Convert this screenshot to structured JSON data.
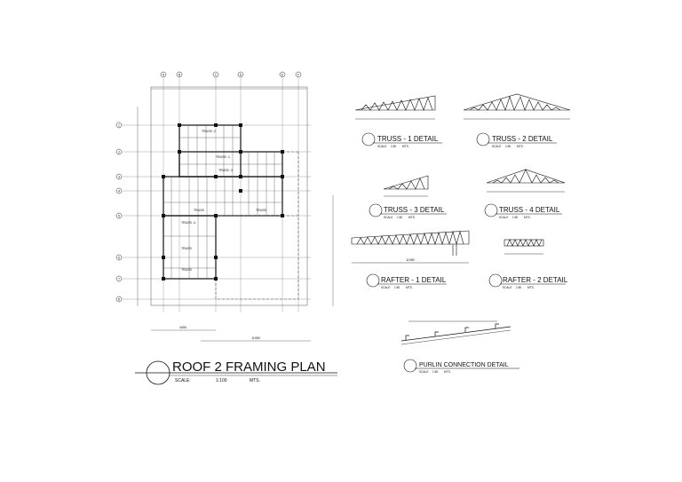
{
  "plan": {
    "title": "ROOF 2 FRAMING PLAN",
    "scale_label": "SCALE:",
    "scale_value": "1:100",
    "units": "MTS.",
    "grid_columns": [
      "A",
      "B",
      "C",
      "D",
      "E",
      "F"
    ],
    "grid_rows": [
      "1",
      "2",
      "3",
      "4",
      "5",
      "6",
      "7",
      "8"
    ],
    "truss_labels": [
      "TRUSS -2",
      "TRUSS -1",
      "TRUSS -3",
      "TRUSS",
      "TRUSS",
      "TRUSS -4",
      "TRUSS",
      "TRUSS"
    ],
    "dims": {
      "d1": "4450",
      "d2": "11950"
    }
  },
  "details": [
    {
      "title": "TRUSS - 1 DETAIL",
      "scale_label": "SCALE",
      "scale_value": "1:50",
      "units": "MTS."
    },
    {
      "title": "TRUSS - 2 DETAIL",
      "scale_label": "SCALE",
      "scale_value": "1:50",
      "units": "MTS."
    },
    {
      "title": "TRUSS - 3 DETAIL",
      "scale_label": "SCALE",
      "scale_value": "1:50",
      "units": "MTS."
    },
    {
      "title": "TRUSS - 4 DETAIL",
      "scale_label": "SCALE",
      "scale_value": "1:50",
      "units": "MTS."
    },
    {
      "title": "RAFTER - 1 DETAIL",
      "scale_label": "SCALE",
      "scale_value": "1:50",
      "units": "MTS."
    },
    {
      "title": "RAFTER - 2 DETAIL",
      "scale_label": "SCALE",
      "scale_value": "1:50",
      "units": "MTS."
    },
    {
      "title": "PURLIN CONNECTION DETAIL",
      "scale_label": "SCALE",
      "scale_value": "1:50",
      "units": "MTS."
    }
  ],
  "detail_dims": {
    "rafter1": "11950"
  }
}
